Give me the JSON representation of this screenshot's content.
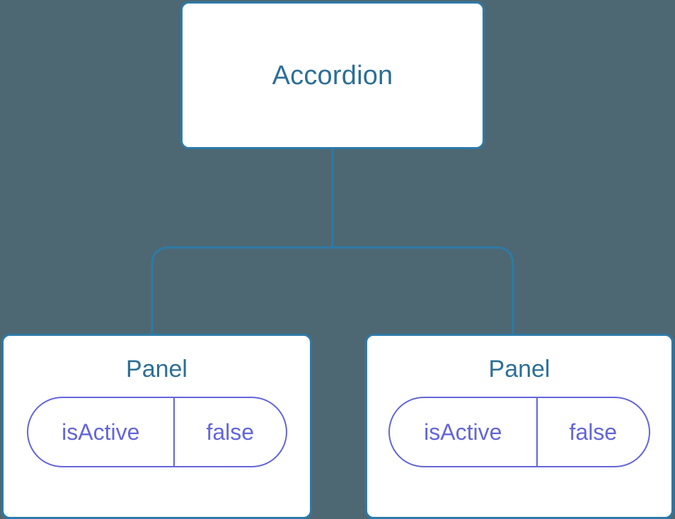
{
  "diagram": {
    "type": "component-tree",
    "background_color": "#4d6873",
    "node_fill_color": "#ffffff",
    "node_border_color": "#2d7aa8",
    "node_title_color": "#2d6f95",
    "pill_color": "#6366d8",
    "edge_color": "#2d7aa8",
    "root": {
      "title": "Accordion"
    },
    "children": [
      {
        "title": "Panel",
        "state": {
          "key": "isActive",
          "value": "false"
        }
      },
      {
        "title": "Panel",
        "state": {
          "key": "isActive",
          "value": "false"
        }
      }
    ],
    "edges": [
      {
        "from": "Accordion",
        "to": "Panel (left)"
      },
      {
        "from": "Accordion",
        "to": "Panel (right)"
      }
    ]
  }
}
